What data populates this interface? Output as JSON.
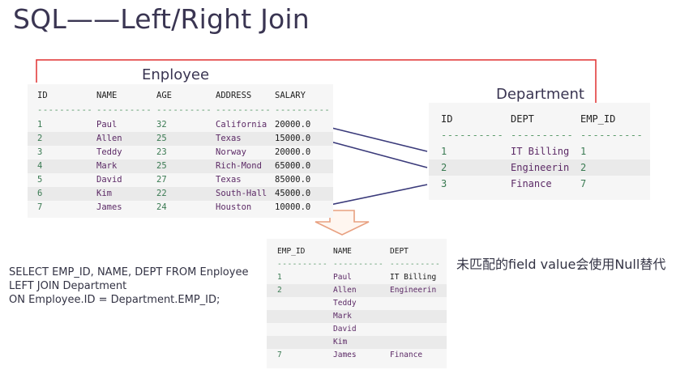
{
  "title": "SQL——Left/Right Join",
  "employee": {
    "label": "Enployee",
    "headers": [
      "ID",
      "NAME",
      "AGE",
      "ADDRESS",
      "SALARY"
    ],
    "dashes": "----------",
    "rows": [
      [
        "1",
        "Paul",
        "32",
        "California",
        "20000.0"
      ],
      [
        "2",
        "Allen",
        "25",
        "Texas",
        "15000.0"
      ],
      [
        "3",
        "Teddy",
        "23",
        "Norway",
        "20000.0"
      ],
      [
        "4",
        "Mark",
        "25",
        "Rich-Mond",
        "65000.0"
      ],
      [
        "5",
        "David",
        "27",
        "Texas",
        "85000.0"
      ],
      [
        "6",
        "Kim",
        "22",
        "South-Hall",
        "45000.0"
      ],
      [
        "7",
        "James",
        "24",
        "Houston",
        "10000.0"
      ]
    ]
  },
  "department": {
    "label": "Department",
    "headers": [
      "ID",
      "DEPT",
      "EMP_ID"
    ],
    "dashes": "----------",
    "rows": [
      [
        "1",
        "IT Billing",
        "1"
      ],
      [
        "2",
        "Engineerin",
        "2"
      ],
      [
        "3",
        "Finance",
        "7"
      ]
    ]
  },
  "result": {
    "headers": [
      "EMP_ID",
      "NAME",
      "DEPT"
    ],
    "dashes": "----------",
    "rows": [
      [
        "1",
        "Paul",
        "IT Billing"
      ],
      [
        "2",
        "Allen",
        "Engineerin"
      ],
      [
        "",
        "Teddy",
        ""
      ],
      [
        "",
        "Mark",
        ""
      ],
      [
        "",
        "David",
        ""
      ],
      [
        "",
        "Kim",
        ""
      ],
      [
        "7",
        "James",
        "Finance"
      ]
    ]
  },
  "sql_lines": [
    "SELECT EMP_ID, NAME, DEPT FROM Enployee",
    "LEFT JOIN Department",
    "ON Employee.ID = Department.EMP_ID;"
  ],
  "note": "未匹配的field value会使用Null替代",
  "colors": {
    "bracket": "#e03030",
    "connector": "#3a3a7a",
    "arrow_outline": "#e8a080",
    "title": "#3a3552"
  }
}
